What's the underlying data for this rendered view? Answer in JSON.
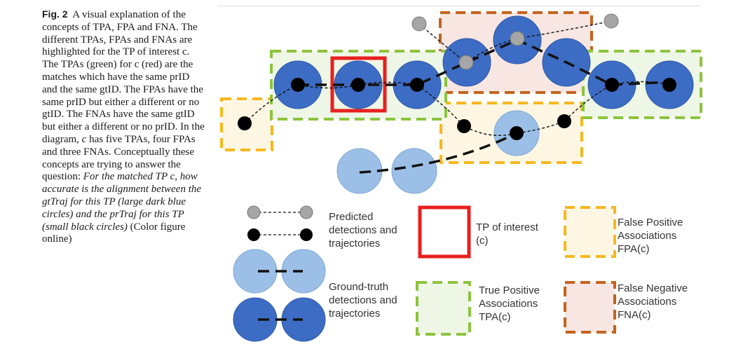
{
  "caption": {
    "fig_label": "Fig. 2",
    "part1": "A visual explanation of the concepts of TPA, FPA and FNA. The different TPAs, FPAs and FNAs are highlighted for the TP of interest c. The TPAs (green) for c (red) are the matches which have the same prID and the same gtID. The FPAs have the same prID but either a different or no gtID. The FNAs have the same gtID but either a different or no prID. In the diagram,",
    "c_italic": "c",
    "part2": "has five TPAs, four FPAs and three FNAs. Conceptually these concepts are trying to answer the question:",
    "question_italic": "For the matched TP c, how accurate is the alignment between the gtTraj for this TP (large dark blue circles) and the prTraj for this TP (small black circles)",
    "part3": "(Color figure online)"
  },
  "legend": {
    "predicted": [
      "Predicted",
      "detections and",
      "trajectories"
    ],
    "ground_truth": [
      "Ground-truth",
      "detections and",
      "trajectories"
    ],
    "tp_interest": [
      "TP of interest",
      "(c)"
    ],
    "tpa": [
      "True Positive",
      "Associations",
      "TPA(c)"
    ],
    "fpa": [
      "False Positive",
      "Associations",
      "FPA(c)"
    ],
    "fna": [
      "False Negative",
      "Associations",
      "FNA(c)"
    ]
  },
  "colors": {
    "gt_dark": "#3d6cc4",
    "gt_light": "#9bbfe6",
    "tpa_border": "#8cc43c",
    "tpa_fill": "#eef6e6",
    "fpa_border": "#f7b81e",
    "fpa_fill": "#fdf6e3",
    "fna_border": "#c4631d",
    "fna_fill": "#f7e6e2",
    "tp_border": "#e82020"
  }
}
